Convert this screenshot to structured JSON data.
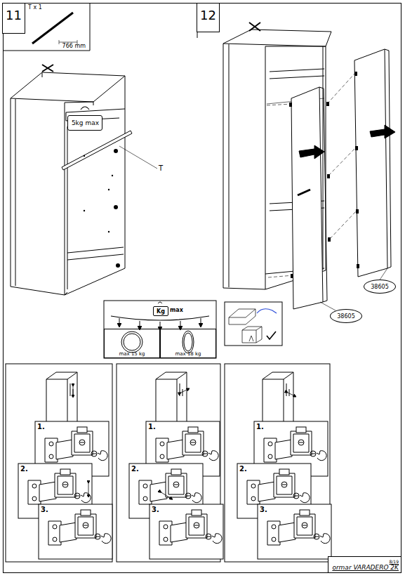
{
  "diagram": {
    "nodes": [
      {
        "text": [
          "11"
        ]
      },
      {
        "text": [
          "T x 1",
          "766 mm"
        ]
      },
      {
        "text": [
          "5kg max"
        ]
      },
      {
        "text": [
          "12"
        ]
      },
      {
        "text": [
          "38605"
        ]
      },
      {
        "text": [
          "38605"
        ]
      },
      {
        "text": [
          "Kg"
        ]
      },
      {
        "text": [
          "max 15 kg"
        ]
      },
      {
        "text": [
          "max 18 kg"
        ]
      },
      {
        "text": [
          "1."
        ]
      },
      {
        "text": [
          "2."
        ]
      },
      {
        "text": [
          "3."
        ]
      },
      {
        "text": [
          "1."
        ]
      },
      {
        "text": [
          "2."
        ]
      },
      {
        "text": [
          "3."
        ]
      },
      {
        "text": [
          "1."
        ]
      },
      {
        "text": [
          "2."
        ]
      },
      {
        "text": [
          "3."
        ]
      },
      {
        "text": [
          "8/19",
          "ormar VARADERO 2K"
        ]
      }
    ],
    "labels": [
      "T",
      "max"
    ]
  }
}
